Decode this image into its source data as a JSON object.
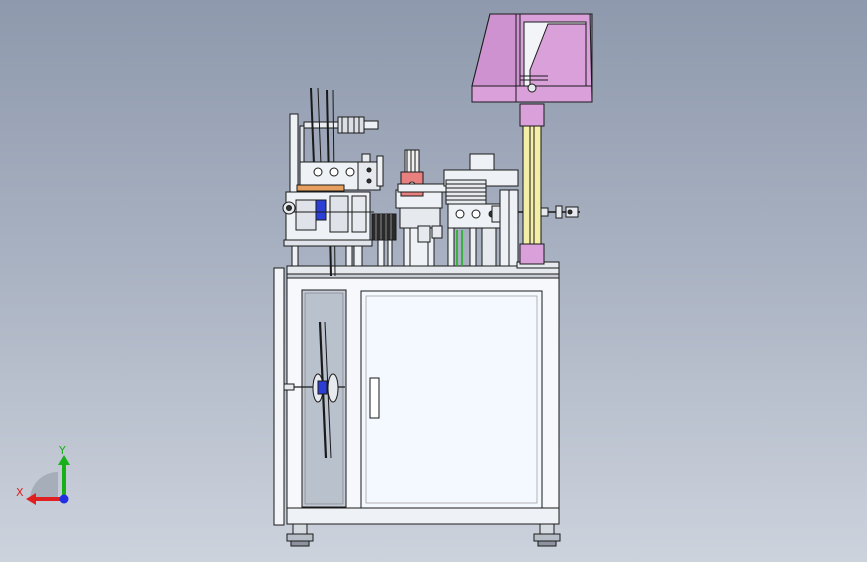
{
  "viewport": {
    "background_top": "#8e99ad",
    "background_bottom": "#cdd3dd"
  },
  "model": {
    "description_icon": "cad-machine-assembly",
    "colors": {
      "frame": "#eef1f5",
      "edge": "#1a1a1a",
      "accent_pink": "#d9a0d9",
      "accent_yellow": "#f3efa6",
      "accent_blue": "#2b3fd6",
      "accent_orange": "#e8a060",
      "accent_red": "#e88080",
      "dark": "#2a2a2a"
    }
  },
  "triad": {
    "x_label": "X",
    "y_label": "Y",
    "x_color": "#e02020",
    "y_color": "#18b018",
    "z_color": "#2030e0"
  }
}
